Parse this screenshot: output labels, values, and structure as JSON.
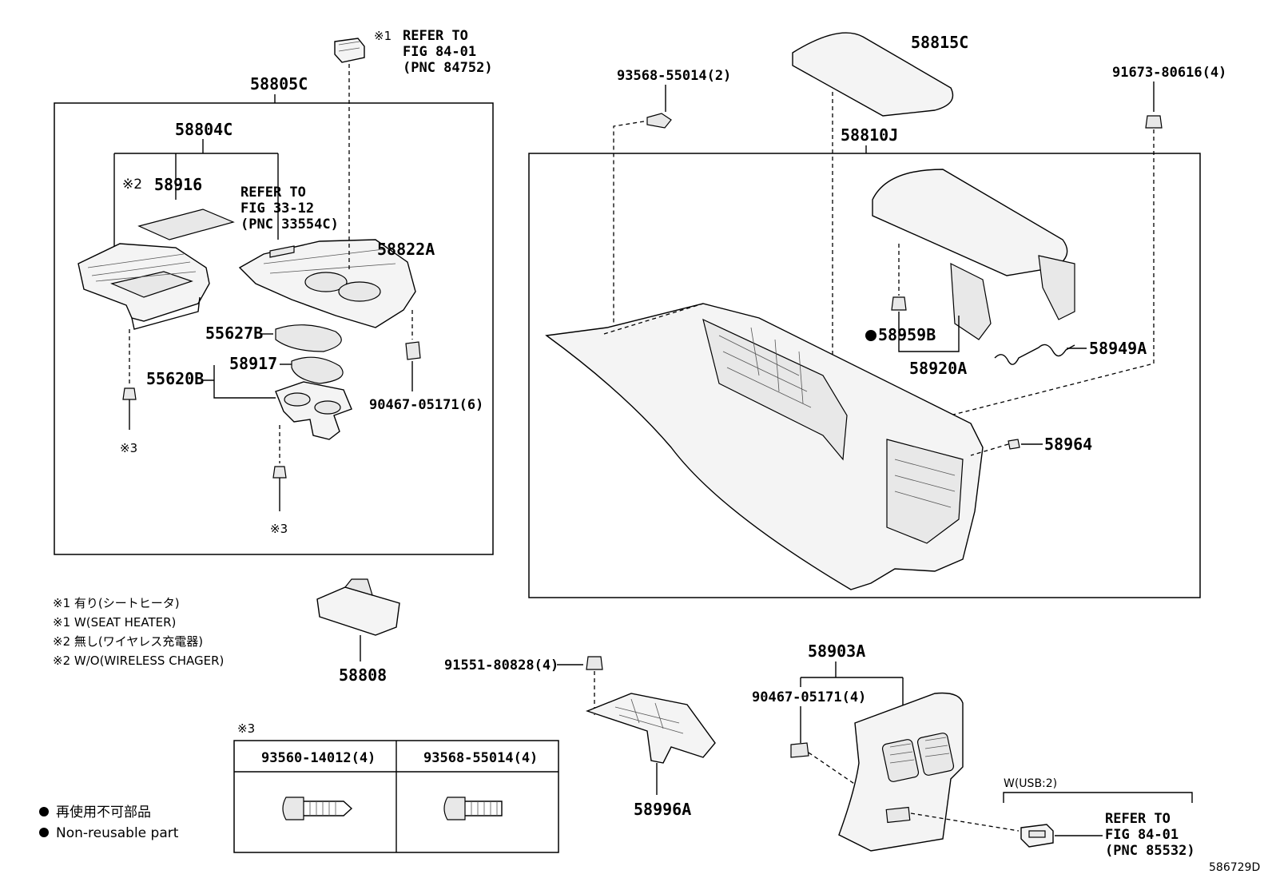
{
  "labels": {
    "p58805C": "58805C",
    "p58804C": "58804C",
    "p58916": "58916",
    "p58916_note": "※2",
    "refer1_note": "※1",
    "refer1_a": "REFER TO",
    "refer1_b": "FIG 84-01",
    "refer1_c": "(PNC 84752)",
    "refer2_a": "REFER TO",
    "refer2_b": "FIG 33-12",
    "refer2_c": "(PNC 33554C)",
    "p58822A": "58822A",
    "p55627B": "55627B",
    "p58917": "58917",
    "p55620B": "55620B",
    "p90467a": "90467-05171(6)",
    "mark3_left": "※3",
    "mark3_mid": "※3",
    "p93568a": "93568-55014(2)",
    "p58815C": "58815C",
    "p91673": "91673-80616(4)",
    "p58810J": "58810J",
    "p58959B": "58959B",
    "p58920A": "58920A",
    "p58949A": "58949A",
    "p58964": "58964",
    "p58808": "58808",
    "p91551": "91551-80828(4)",
    "p58996A": "58996A",
    "p58903A": "58903A",
    "p90467b": "90467-05171(4)",
    "usb_group": "W(USB:2)",
    "refer3_a": "REFER TO",
    "refer3_b": "FIG 84-01",
    "refer3_c": "(PNC 85532)",
    "diagram_id": "586729D"
  },
  "legend_notes": [
    "※1 有り(シートヒータ)",
    "※1 W(SEAT HEATER)",
    "※2 無し(ワイヤレス充電器)",
    "※2 W/O(WIRELESS CHAGER)"
  ],
  "table": {
    "mark": "※3",
    "col1": "93560-14012(4)",
    "col2": "93568-55014(4)"
  },
  "bottom_legend": {
    "jp": "再使用不可部品",
    "en": "Non-reusable part",
    "bullet": "●"
  }
}
